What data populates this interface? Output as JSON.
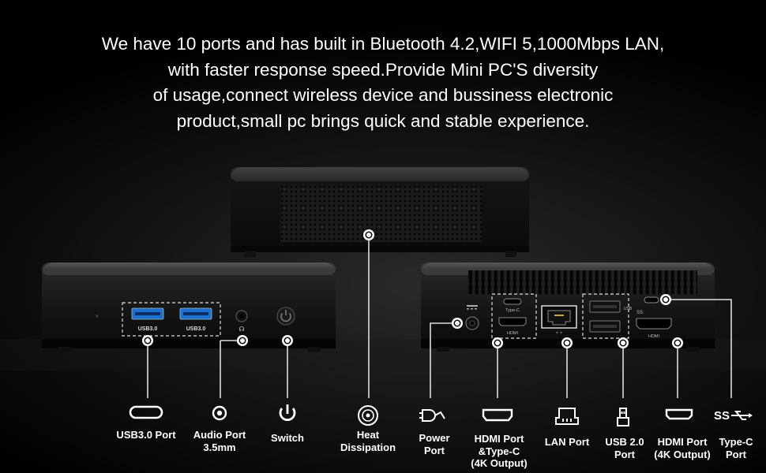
{
  "headline": {
    "line1": "We have 10 ports and has built in Bluetooth 4.2,WIFI 5,1000Mbps LAN,",
    "line2": "with faster response speed.Provide Mini PC'S diversity",
    "line3": "of usage,connect wireless device and bussiness electronic",
    "line4": "product,small pc brings quick and stable experience."
  },
  "device_prints": {
    "front_usb_left": "USB3.0",
    "front_usb_right": "USB3.0",
    "rear_typec": "Type-C",
    "rear_hdmi_left": "HDMI",
    "rear_usb": "USB",
    "rear_hdmi_right": "HDMI",
    "rear_ss": "SS"
  },
  "ports": [
    {
      "icon": "usb-c-icon",
      "label": "USB3.0 Port"
    },
    {
      "icon": "audio-jack-icon",
      "label": "Audio Port\n3.5mm"
    },
    {
      "icon": "power-icon",
      "label": "Switch"
    },
    {
      "icon": "fan-icon",
      "label": "Heat\nDissipation"
    },
    {
      "icon": "dc-plug-icon",
      "label": "Power\nPort"
    },
    {
      "icon": "hdmi-icon",
      "label": "HDMI Port\n&Type-C\n(4K Output)"
    },
    {
      "icon": "ethernet-icon",
      "label": "LAN Port"
    },
    {
      "icon": "usb-a-icon",
      "label": "USB 2.0\nPort"
    },
    {
      "icon": "hdmi-icon",
      "label": "HDMI Port\n(4K Output)"
    },
    {
      "icon": "superspeed-usb-icon",
      "label": "Type-C\nPort"
    }
  ]
}
